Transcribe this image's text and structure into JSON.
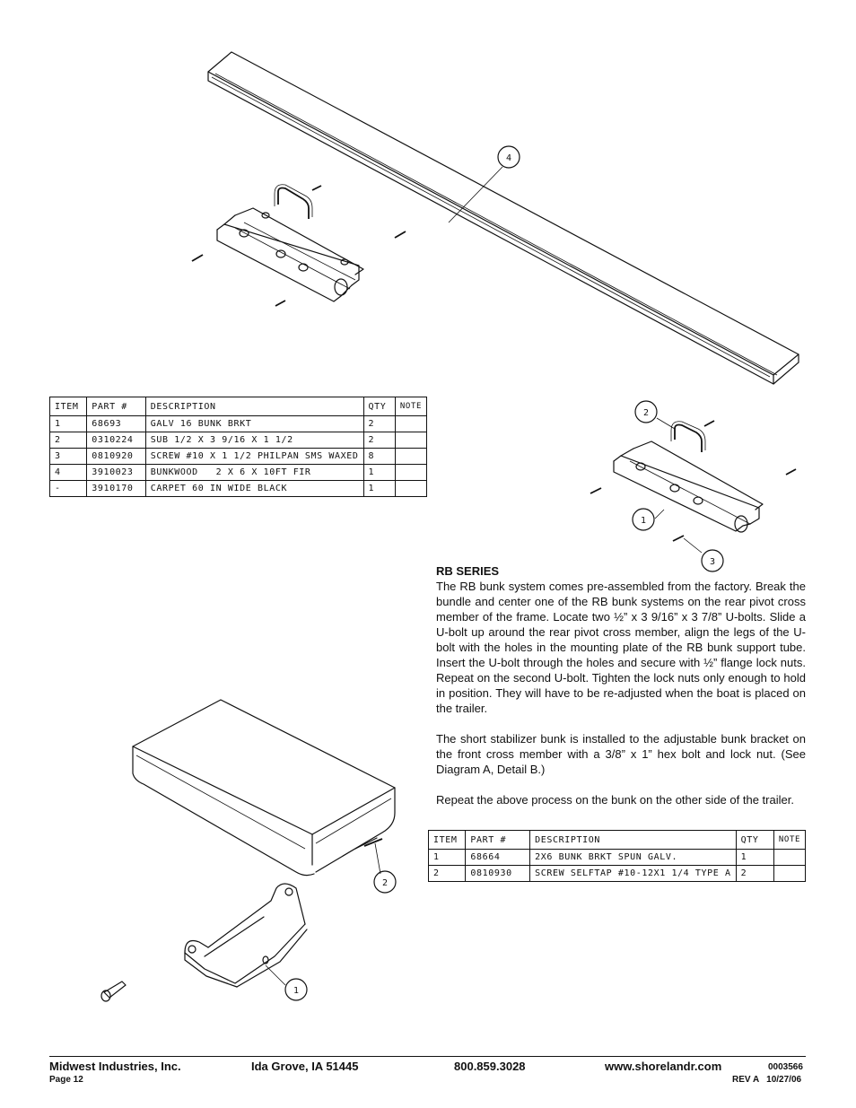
{
  "table1": {
    "headers": [
      "ITEM",
      "PART #",
      "DESCRIPTION",
      "QTY",
      "NOTE"
    ],
    "rows": [
      [
        "1",
        "68693",
        "GALV 16 BUNK BRKT",
        "2",
        ""
      ],
      [
        "2",
        "0310224",
        "SUB 1/2 X 3 9/16 X 1 1/2",
        "2",
        ""
      ],
      [
        "3",
        "0810920",
        "SCREW #10 X 1 1/2 PHILPAN SMS WAXED",
        "8",
        ""
      ],
      [
        "4",
        "3910023",
        "BUNKWOOD   2 X 6 X 10FT FIR",
        "1",
        ""
      ],
      [
        "-",
        "3910170",
        "CARPET 60 IN WIDE BLACK",
        "1",
        ""
      ]
    ]
  },
  "table2": {
    "headers": [
      "ITEM",
      "PART #",
      "DESCRIPTION",
      "QTY",
      "NOTE"
    ],
    "rows": [
      [
        "1",
        "68664",
        "2X6 BUNK BRKT SPUN GALV.",
        "1",
        ""
      ],
      [
        "2",
        "0810930",
        "SCREW SELFTAP #10-12X1 1/4 TYPE A",
        "2",
        ""
      ]
    ]
  },
  "balloons": {
    "top_bunk": "4",
    "ubolt": "2",
    "bracket": "1",
    "screw": "3",
    "lower_screw": "2",
    "lower_bracket": "1"
  },
  "rb": {
    "heading": "RB SERIES",
    "p1": "The RB bunk system comes pre-assembled from the factory. Break the bundle and center one of the RB bunk systems on the rear pivot cross member of the frame. Locate two ½” x 3 9/16” x 3 7/8” U-bolts. Slide a U-bolt up around the rear pivot cross member, align the legs of the U-bolt with the holes in the mounting plate of the RB bunk support tube. Insert the U-bolt through the holes and secure with ½” flange lock nuts. Repeat on the second U-bolt. Tighten the lock nuts only enough to hold in position. They will have to be re-adjusted when the boat is placed on the trailer.",
    "p2": "The short stabilizer bunk is installed to the adjustable bunk bracket on the front cross member with a 3/8” x 1” hex bolt and lock nut. (See Diagram A, Detail B.)",
    "p3": "Repeat the above process on the bunk on the other side of the trailer."
  },
  "footer": {
    "company": "Midwest Industries, Inc.",
    "page": "Page 12",
    "city": "Ida Grove, IA  51445",
    "phone": "800.859.3028",
    "web": "www.shorelandr.com",
    "doc_no": "0003566",
    "rev": "REV A   10/27/06"
  }
}
